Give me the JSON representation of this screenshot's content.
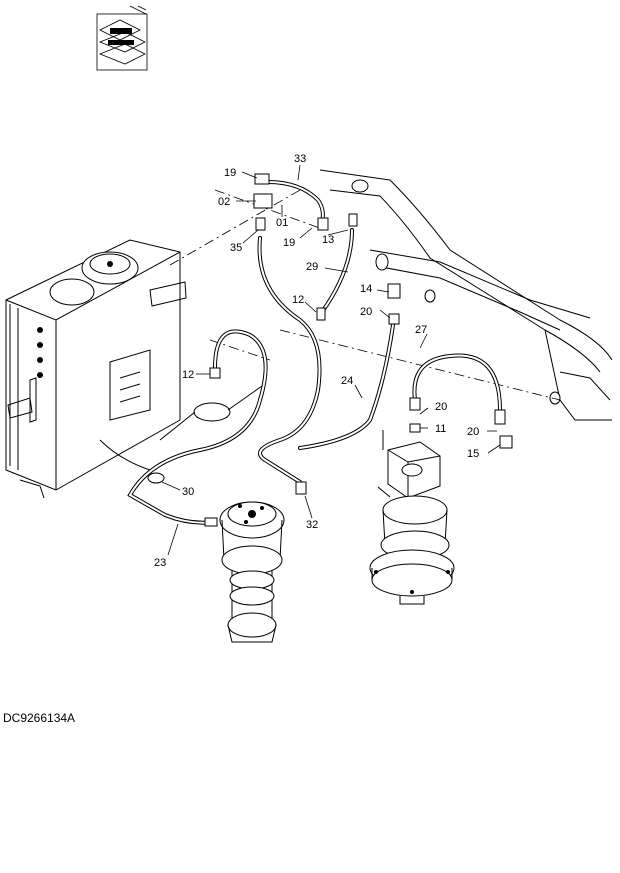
{
  "drawing_code": "DC9266134A",
  "callouts": {
    "c19a": "19",
    "c33": "33",
    "c02": "02",
    "c01": "01",
    "c35": "35",
    "c19b": "19",
    "c13": "13",
    "c29": "29",
    "c12a": "12",
    "c14": "14",
    "c20a": "20",
    "c27": "27",
    "c12b": "12",
    "c24": "24",
    "c20b": "20",
    "c11": "11",
    "c20c": "20",
    "c15": "15",
    "c30": "30",
    "c32": "32",
    "c23": "23"
  },
  "colors": {
    "line": "#000000",
    "background": "#ffffff"
  }
}
